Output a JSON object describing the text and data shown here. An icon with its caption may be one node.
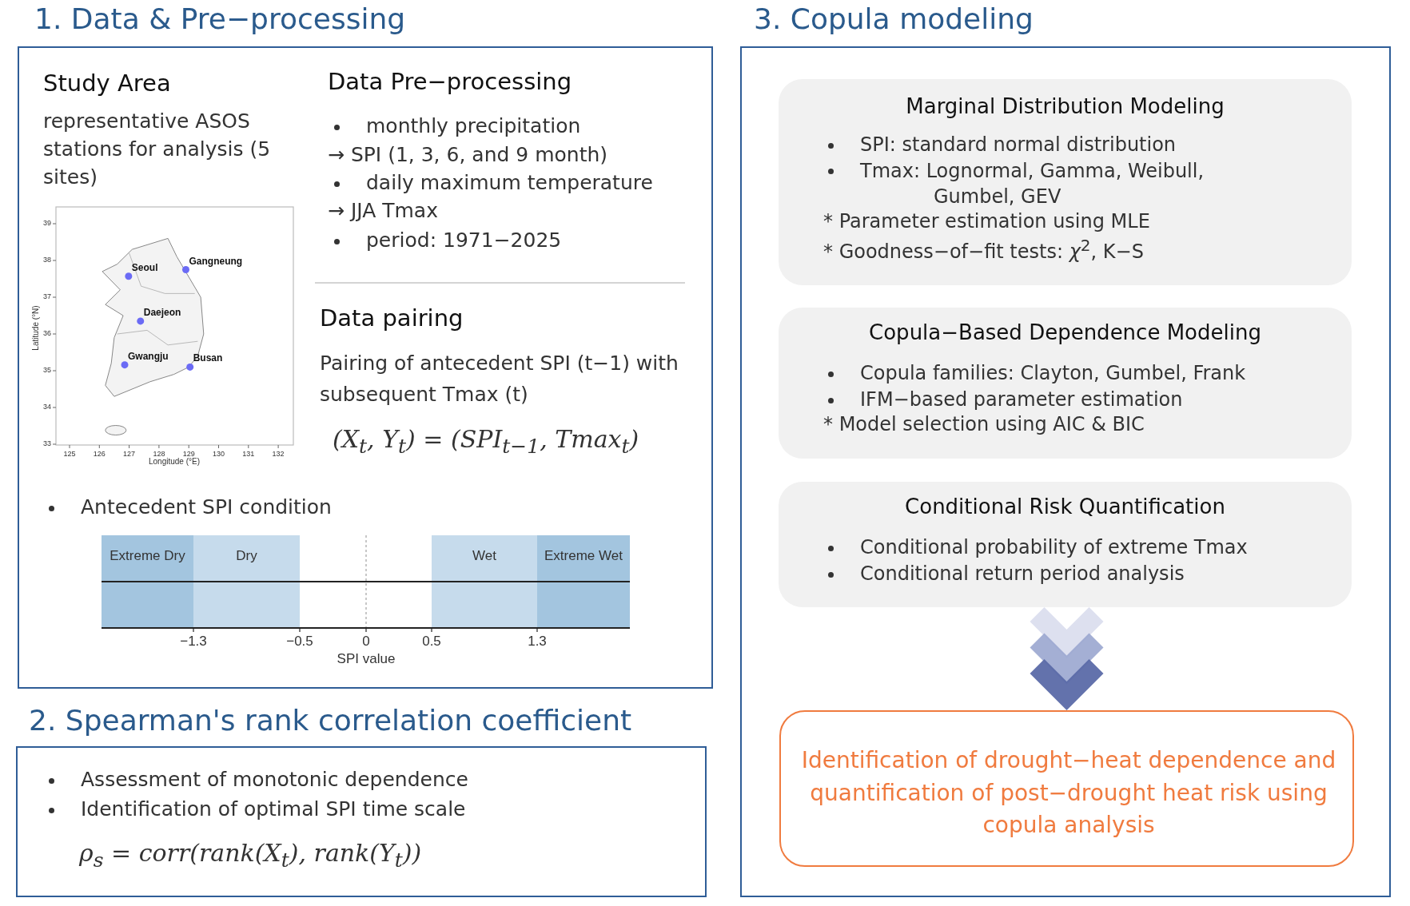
{
  "diagram": {
    "nodes": [
      {
        "text": [
          "1. Data & Pre−processing",
          "Study Area",
          "representative ASOS stations for analysis (5 sites)",
          "Data Pre−processing",
          "monthly precipitation",
          "→ SPI (1, 3, 6, and 9 month)",
          "daily maximum temperature",
          "→ JJA Tmax",
          "period: 1971−2025",
          "Data pairing",
          "Pairing of antecedent SPI (t−1) with subsequent Tmax (t)",
          "(X$_{t}$, Y$_{t}$) = (SPI$_{t−1}$, Tmax$_{t}$)",
          "Antecedent SPI condition"
        ]
      },
      {
        "text": [
          "Extreme Dry"
        ],
        "in": 0
      },
      {
        "text": [
          "Dry"
        ],
        "in": 0
      },
      {
        "text": [
          "Wet"
        ],
        "in": 0
      },
      {
        "text": [
          "Extreme Wet"
        ],
        "in": 0
      },
      {
        "text": [
          "2. Spearman's rank correlation coefficient",
          "Assessment of monotonic dependence",
          "Identification of optimal SPI time scale",
          "ρ$_{s}$ = corr(rank(X$_{t}$), rank(Y$_{t}$))"
        ]
      },
      {
        "text": [
          "3. Copula modeling"
        ]
      },
      {
        "text": [
          "Marginal Distribution Modeling",
          "SPI: standard normal distribution",
          "Tmax: Lognormal, Gamma, Weibull, Gumbel, GEV",
          "* Parameter estimation using MLE",
          "* Goodness−of−fit tests: *χ*$^{2}$, K−S"
        ],
        "in": 6
      },
      {
        "text": [
          "Copula−Based Dependence Modeling",
          "Copula families: Clayton, Gumbel, Frank",
          "IFM−based parameter estimation",
          "* Model selection using AIC & BIC"
        ],
        "in": 6
      },
      {
        "text": [
          "Conditional Risk Quantification",
          "Conditional probability of extreme Tmax",
          "Conditional return period analysis"
        ],
        "in": 6
      },
      {
        "text": [
          "Identification of drought−heat dependence and quantification of post−drought heat risk using copula analysis"
        ],
        "in": 6
      }
    ],
    "edges": [
      {
        "from": 9,
        "to": 10,
        "arrow": "to"
      }
    ],
    "labels": [
      "39",
      "38",
      "37",
      "36",
      "35",
      "34",
      "33",
      "125",
      "126",
      "127",
      "128",
      "129",
      "130",
      "131",
      "132",
      "Longitude (°E)",
      "Latitude (°N)",
      "Seoul",
      "Gangneung",
      "Daejeon",
      "Gwangju",
      "Busan",
      "−1.3",
      "−0.5",
      "0",
      "0.5",
      "1.3",
      "SPI value"
    ]
  }
}
